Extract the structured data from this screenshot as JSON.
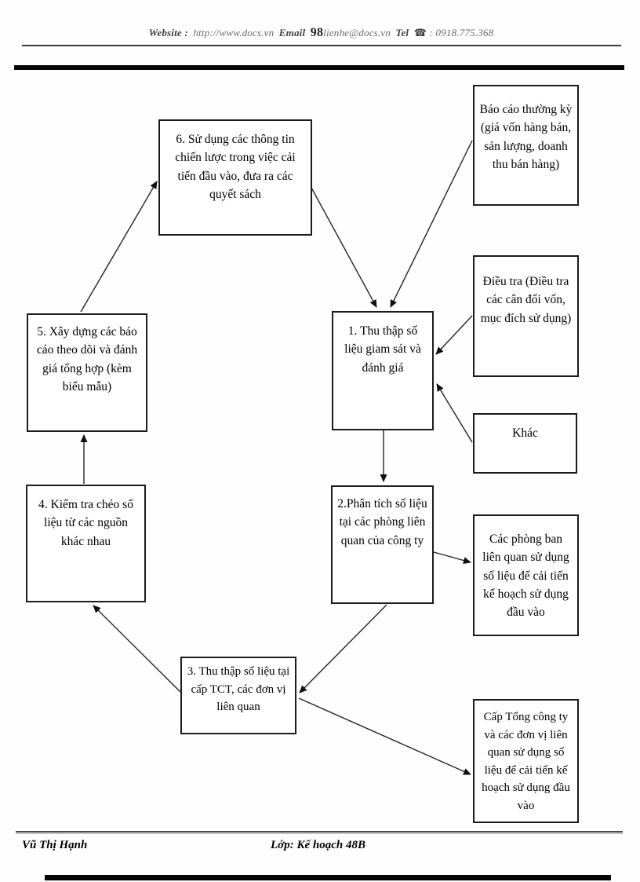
{
  "header": {
    "website_label": "Website :",
    "website_url": "http://www.docs.vn",
    "email_label": "Email",
    "email_number": "98",
    "email_address": "lienhe@docs.vn",
    "tel_label": "Tel",
    "tel_icon": "☎",
    "tel_value": ": 0918.775.368"
  },
  "diagram": {
    "nodes": [
      {
        "id": "step6",
        "label": "6. Sử dụng các thông tin chiến lược trong việc cải tiến đầu vào, đưa ra các quyết sách"
      },
      {
        "id": "report",
        "label": "Báo cáo thường kỳ (giá vốn hàng bán, sản lượng, doanh thu bán hàng)"
      },
      {
        "id": "step1",
        "label": "1. Thu thập số liệu giam sát và đánh giá"
      },
      {
        "id": "dieutra",
        "label": "Điều tra (Điều tra các cân đối vốn, mục đích sử dụng)"
      },
      {
        "id": "khac",
        "label": "Khác"
      },
      {
        "id": "step5",
        "label": "5. Xây dựng các báo cáo theo dõi và đánh giá tổng hợp (kèm biểu mẫu)"
      },
      {
        "id": "step4",
        "label": "4. Kiểm tra chéo số liệu từ các nguồn khác nhau"
      },
      {
        "id": "step2",
        "label": "2.Phân tích số liệu tại các phòng liên quan của công ty"
      },
      {
        "id": "phongban",
        "label": "Các phòng ban liên quan sử dụng số liệu để cải tiến kế hoạch sử dụng đầu vào"
      },
      {
        "id": "step3",
        "label": "3. Thu thập số liệu tại cấp TCT, các đơn vị liên quan"
      },
      {
        "id": "captct",
        "label": "Cấp Tổng công ty và các đơn vị liên quan sử dụng số liệu để cải tiến kế hoạch sử dụng đầu vào"
      }
    ],
    "edges": [
      {
        "from": "step5",
        "to": "step6"
      },
      {
        "from": "step6",
        "to": "step1"
      },
      {
        "from": "report",
        "to": "step1"
      },
      {
        "from": "dieutra",
        "to": "step1"
      },
      {
        "from": "khac",
        "to": "step1"
      },
      {
        "from": "step1",
        "to": "step2"
      },
      {
        "from": "step2",
        "to": "phongban"
      },
      {
        "from": "step2",
        "to": "step3"
      },
      {
        "from": "step3",
        "to": "step4"
      },
      {
        "from": "step3",
        "to": "captct"
      },
      {
        "from": "step4",
        "to": "step5"
      }
    ]
  },
  "footer": {
    "author": "Vũ Thị Hạnh",
    "class_info": "Lớp: Kế hoạch 48B"
  },
  "colors": {
    "ink": "#1b1b1b",
    "header_gray": "#4d4d4d",
    "background": "#fefefe"
  }
}
